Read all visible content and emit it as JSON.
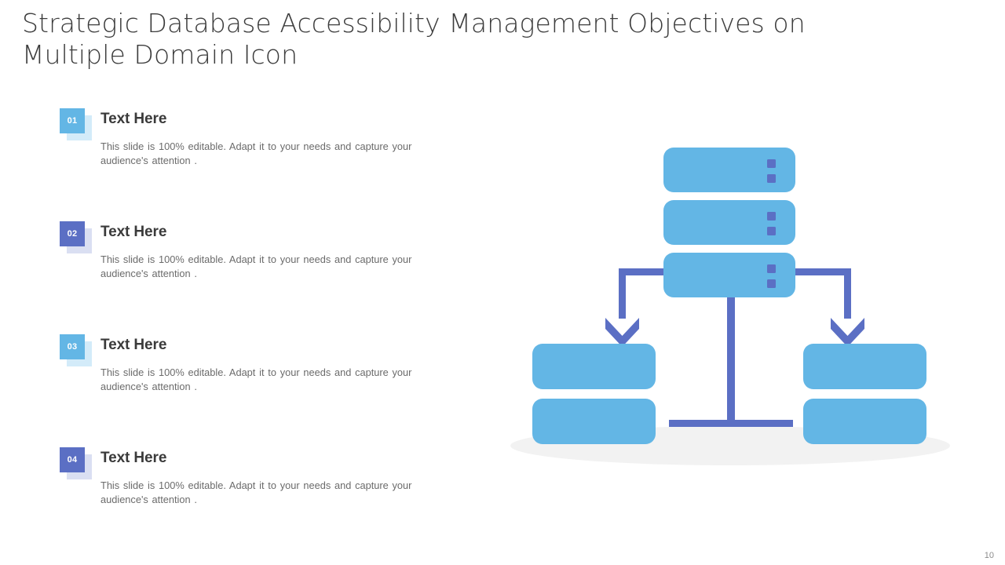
{
  "slide": {
    "title": "Strategic Database Accessibility Management Objectives on Multiple Domain Icon",
    "page_number": "10"
  },
  "colors": {
    "title_text": "#3c3c3c",
    "heading_text": "#3a3a3a",
    "body_text": "#6b6b6b",
    "accent_blue": "#63b6e5",
    "accent_blue_light": "#aed9f2",
    "accent_purple": "#5b6fc4",
    "accent_purple_light": "#b8c0e4",
    "shadow_gray": "#f2f2f2",
    "page_number_text": "#8c8c8c"
  },
  "list": {
    "items": [
      {
        "number": "01",
        "badge_color": "#63b6e5",
        "badge_shadow_color": "#d3ebf9",
        "heading": "Text Here",
        "body": "This slide is 100% editable. Adapt it to your needs and capture your audience's attention ."
      },
      {
        "number": "02",
        "badge_color": "#5b6fc4",
        "badge_shadow_color": "#dadff2",
        "heading": "Text Here",
        "body": "This slide is 100% editable. Adapt it to your needs and capture your audience's attention ."
      },
      {
        "number": "03",
        "badge_color": "#63b6e5",
        "badge_shadow_color": "#d3ebf9",
        "heading": "Text Here",
        "body": "This slide is 100% editable. Adapt it to your needs and capture your audience's attention ."
      },
      {
        "number": "04",
        "badge_color": "#5b6fc4",
        "badge_shadow_color": "#dadff2",
        "heading": "Text Here",
        "body": "This slide is 100% editable. Adapt it to your needs and capture your audience's attention ."
      }
    ]
  },
  "diagram": {
    "name": "multiple-domain-database-icon",
    "description": "Stacked database server with two branching child server stacks",
    "servers": {
      "main_stack_slices": 3,
      "left_stack_slices": 2,
      "right_stack_slices": 2,
      "indicator_dots_per_slice": 2
    }
  }
}
